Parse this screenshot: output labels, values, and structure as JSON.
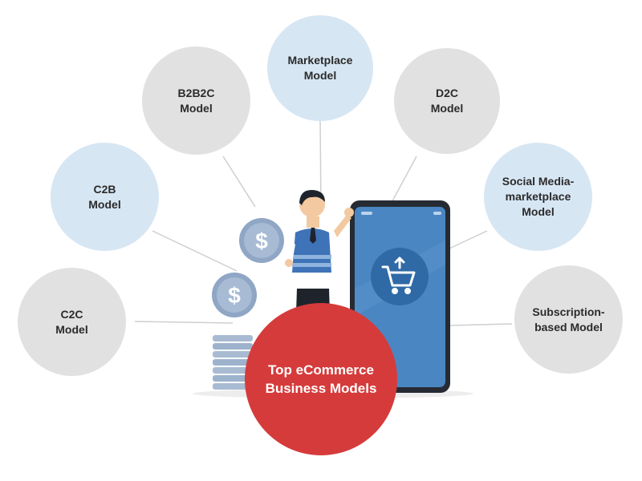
{
  "center": {
    "line1": "Top eCommerce",
    "line2": "Business Models"
  },
  "models": [
    {
      "label": "Marketplace\nModel"
    },
    {
      "label": "B2B2C\nModel"
    },
    {
      "label": "D2C\nModel"
    },
    {
      "label": "C2B\nModel"
    },
    {
      "label": "Social Media-\nmarketplace\nModel"
    },
    {
      "label": "C2C\nModel"
    },
    {
      "label": "Subscription-\nbased Model"
    }
  ],
  "icons": {
    "coin": "dollar-coin-icon",
    "cart": "shopping-cart-icon",
    "person": "businessman-illustration",
    "phone": "smartphone-illustration"
  },
  "colors": {
    "gray_bubble": "#e1e1e1",
    "blue_bubble": "#d7e6f3",
    "center": "#d63b3b",
    "phone": "#3f7bb5",
    "coin": "#8fa6c4"
  }
}
